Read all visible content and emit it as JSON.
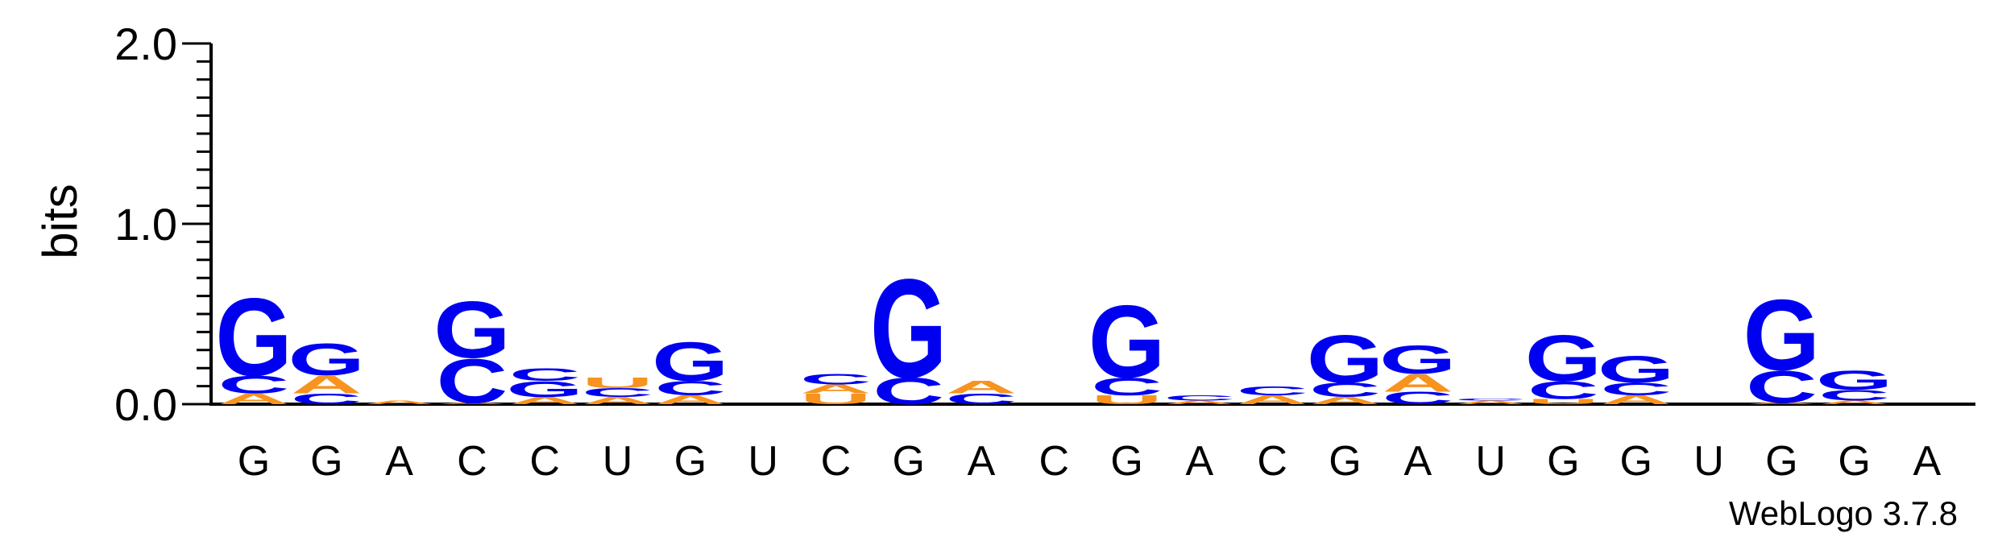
{
  "chart_data": {
    "type": "sequence-logo",
    "ylabel": "bits",
    "ylim": [
      0,
      2.0
    ],
    "y_ticks": [
      "0.0",
      "1.0",
      "2.0"
    ],
    "x_labels": [
      "G",
      "G",
      "A",
      "C",
      "C",
      "U",
      "G",
      "U",
      "C",
      "G",
      "A",
      "C",
      "G",
      "A",
      "C",
      "G",
      "A",
      "U",
      "G",
      "G",
      "U",
      "G",
      "G",
      "A"
    ],
    "colors": {
      "A": "#f7931e",
      "U": "#f7931e",
      "C": "#0000f0",
      "G": "#0000f0"
    },
    "positions": [
      [
        [
          "A",
          0.06
        ],
        [
          "C",
          0.1
        ],
        [
          "G",
          0.44
        ]
      ],
      [
        [
          "C",
          0.06
        ],
        [
          "A",
          0.1
        ],
        [
          "G",
          0.18
        ]
      ],
      [
        [
          "A",
          0.02
        ]
      ],
      [
        [
          "A",
          0.01
        ],
        [
          "C",
          0.25
        ],
        [
          "G",
          0.32
        ]
      ],
      [
        [
          "A",
          0.04
        ],
        [
          "G",
          0.09
        ],
        [
          "C",
          0.07
        ]
      ],
      [
        [
          "A",
          0.04
        ],
        [
          "C",
          0.05
        ],
        [
          "U",
          0.06
        ]
      ],
      [
        [
          "A",
          0.05
        ],
        [
          "C",
          0.08
        ],
        [
          "G",
          0.22
        ]
      ],
      [],
      [
        [
          "U",
          0.06
        ],
        [
          "A",
          0.05
        ],
        [
          "C",
          0.06
        ]
      ],
      [
        [
          "C",
          0.15
        ],
        [
          "G",
          0.56
        ]
      ],
      [
        [
          "C",
          0.06
        ],
        [
          "A",
          0.07
        ]
      ],
      [],
      [
        [
          "U",
          0.05
        ],
        [
          "C",
          0.1
        ],
        [
          "G",
          0.41
        ]
      ],
      [
        [
          "A",
          0.02
        ],
        [
          "C",
          0.03
        ]
      ],
      [
        [
          "A",
          0.05
        ],
        [
          "C",
          0.05
        ]
      ],
      [
        [
          "A",
          0.04
        ],
        [
          "C",
          0.08
        ],
        [
          "G",
          0.27
        ]
      ],
      [
        [
          "C",
          0.07
        ],
        [
          "A",
          0.1
        ],
        [
          "G",
          0.16
        ]
      ],
      [
        [
          "A",
          0.02
        ],
        [
          "C",
          0.01
        ]
      ],
      [
        [
          "U",
          0.03
        ],
        [
          "C",
          0.1
        ],
        [
          "G",
          0.26
        ]
      ],
      [
        [
          "A",
          0.05
        ],
        [
          "C",
          0.07
        ],
        [
          "G",
          0.15
        ]
      ],
      [],
      [
        [
          "A",
          0.01
        ],
        [
          "C",
          0.18
        ],
        [
          "G",
          0.4
        ]
      ],
      [
        [
          "A",
          0.02
        ],
        [
          "C",
          0.06
        ],
        [
          "G",
          0.11
        ]
      ],
      []
    ]
  },
  "watermark": "WebLogo 3.7.8"
}
